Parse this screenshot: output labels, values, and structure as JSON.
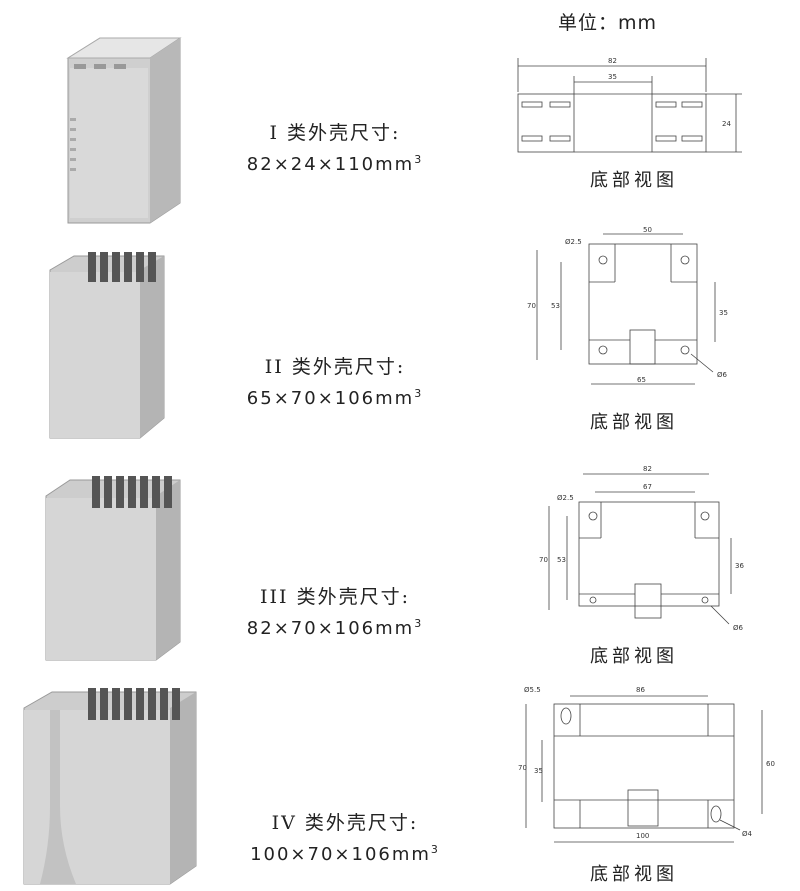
{
  "unit_label": "单位：mm",
  "housings": [
    {
      "title": "I 类外壳尺寸:",
      "dims": "82×24×110mm",
      "dims_sup": "3",
      "caption": "底部视图",
      "dim_labels": {
        "outer_width": "82",
        "inner_width": "35",
        "height": "24"
      }
    },
    {
      "title": "II 类外壳尺寸:",
      "dims": "65×70×106mm",
      "dims_sup": "3",
      "caption": "底部视图",
      "dim_labels": {
        "top": "50",
        "hole_dia": "Ø2.5",
        "left_outer": "70",
        "left_inner": "53",
        "right": "35",
        "bottom": "65",
        "hole_dia_2": "Ø6"
      }
    },
    {
      "title": "III 类外壳尺寸:",
      "dims": "82×70×106mm",
      "dims_sup": "3",
      "caption": "底部视图",
      "dim_labels": {
        "top_outer": "82",
        "top_inner": "67",
        "hole_dia": "Ø2.5",
        "left_outer": "70",
        "left_inner": "53",
        "right": "36",
        "hole_dia_2": "Ø6"
      }
    },
    {
      "title": "IV 类外壳尺寸:",
      "dims": "100×70×106mm",
      "dims_sup": "3",
      "caption": "底部视图",
      "dim_labels": {
        "hole_dia": "Ø5.5",
        "top": "86",
        "left_outer": "70",
        "left_inner": "35",
        "right": "60",
        "bottom": "100",
        "hole_dia_2": "Ø4"
      }
    }
  ]
}
